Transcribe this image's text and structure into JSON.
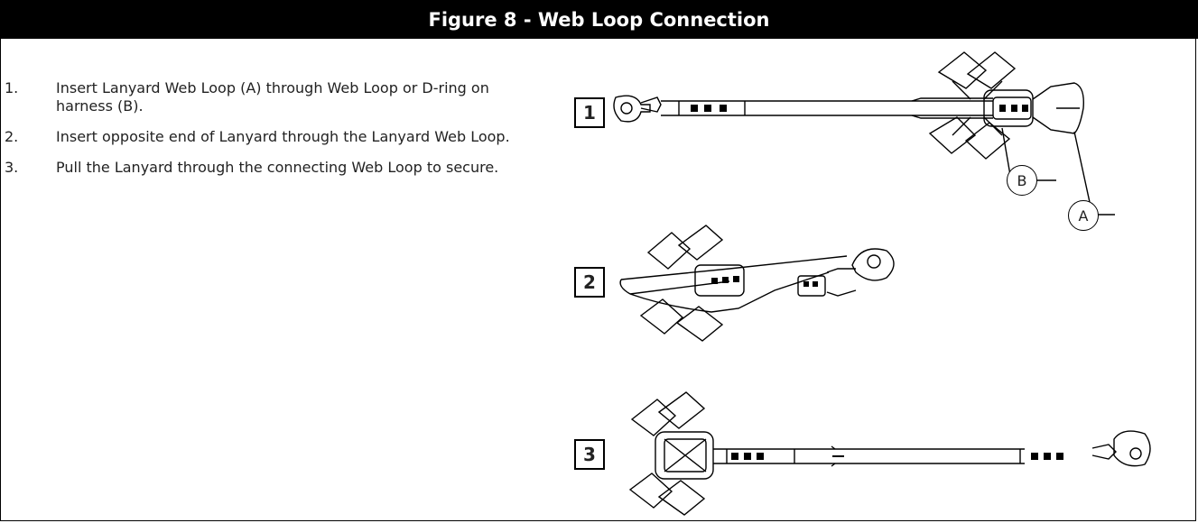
{
  "figure": {
    "title": "Figure 8 - Web Loop Connection"
  },
  "steps": [
    {
      "number": "1.",
      "text": "Insert Lanyard Web Loop (A) through Web Loop or D-ring on harness (B)."
    },
    {
      "number": "2.",
      "text": "Insert opposite end of Lanyard through the Lanyard Web Loop."
    },
    {
      "number": "3.",
      "text": "Pull the Lanyard through the connecting Web Loop to secure."
    }
  ],
  "illustrations": [
    {
      "label": "1"
    },
    {
      "label": "2"
    },
    {
      "label": "3"
    }
  ],
  "callouts": [
    {
      "label": "B"
    },
    {
      "label": "A"
    }
  ]
}
